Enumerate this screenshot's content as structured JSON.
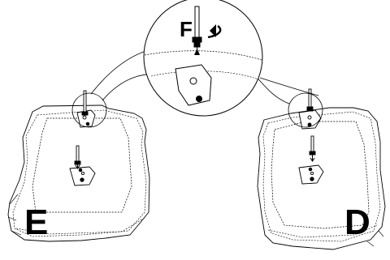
{
  "labels": {
    "cushion_left": "E",
    "cushion_right": "D",
    "part_callout": "F"
  },
  "colors": {
    "line": "#000000",
    "background": "#ffffff"
  },
  "icons": {
    "rotation": "rotate-arrow-icon",
    "insertion": "down-arrow-icon"
  }
}
